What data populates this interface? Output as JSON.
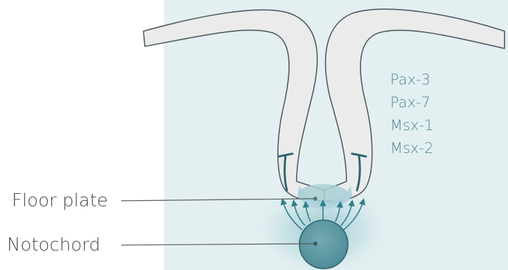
{
  "labels": {
    "floor_plate": "Floor plate",
    "notochord": "Notochord"
  },
  "genes": [
    "Pax-3",
    "Pax-7",
    "Msx-1",
    "Msx-2"
  ],
  "colors": {
    "background_panel": "#e3eff1",
    "neural_tube_fill": "#ebebeb",
    "neural_tube_stroke": "#4f5b60",
    "signal_teal": "#2f7f8b",
    "notochord_fill": "#5f9aa5",
    "gene_text": "#4f8b8f",
    "label_text": "#4a4a4a",
    "leader_line": "#5a5a5a"
  },
  "icons": {
    "inhibition_left": "inhibition-bar-icon",
    "inhibition_right": "inhibition-bar-icon",
    "signal_arrows": "arrow-up-icon"
  }
}
